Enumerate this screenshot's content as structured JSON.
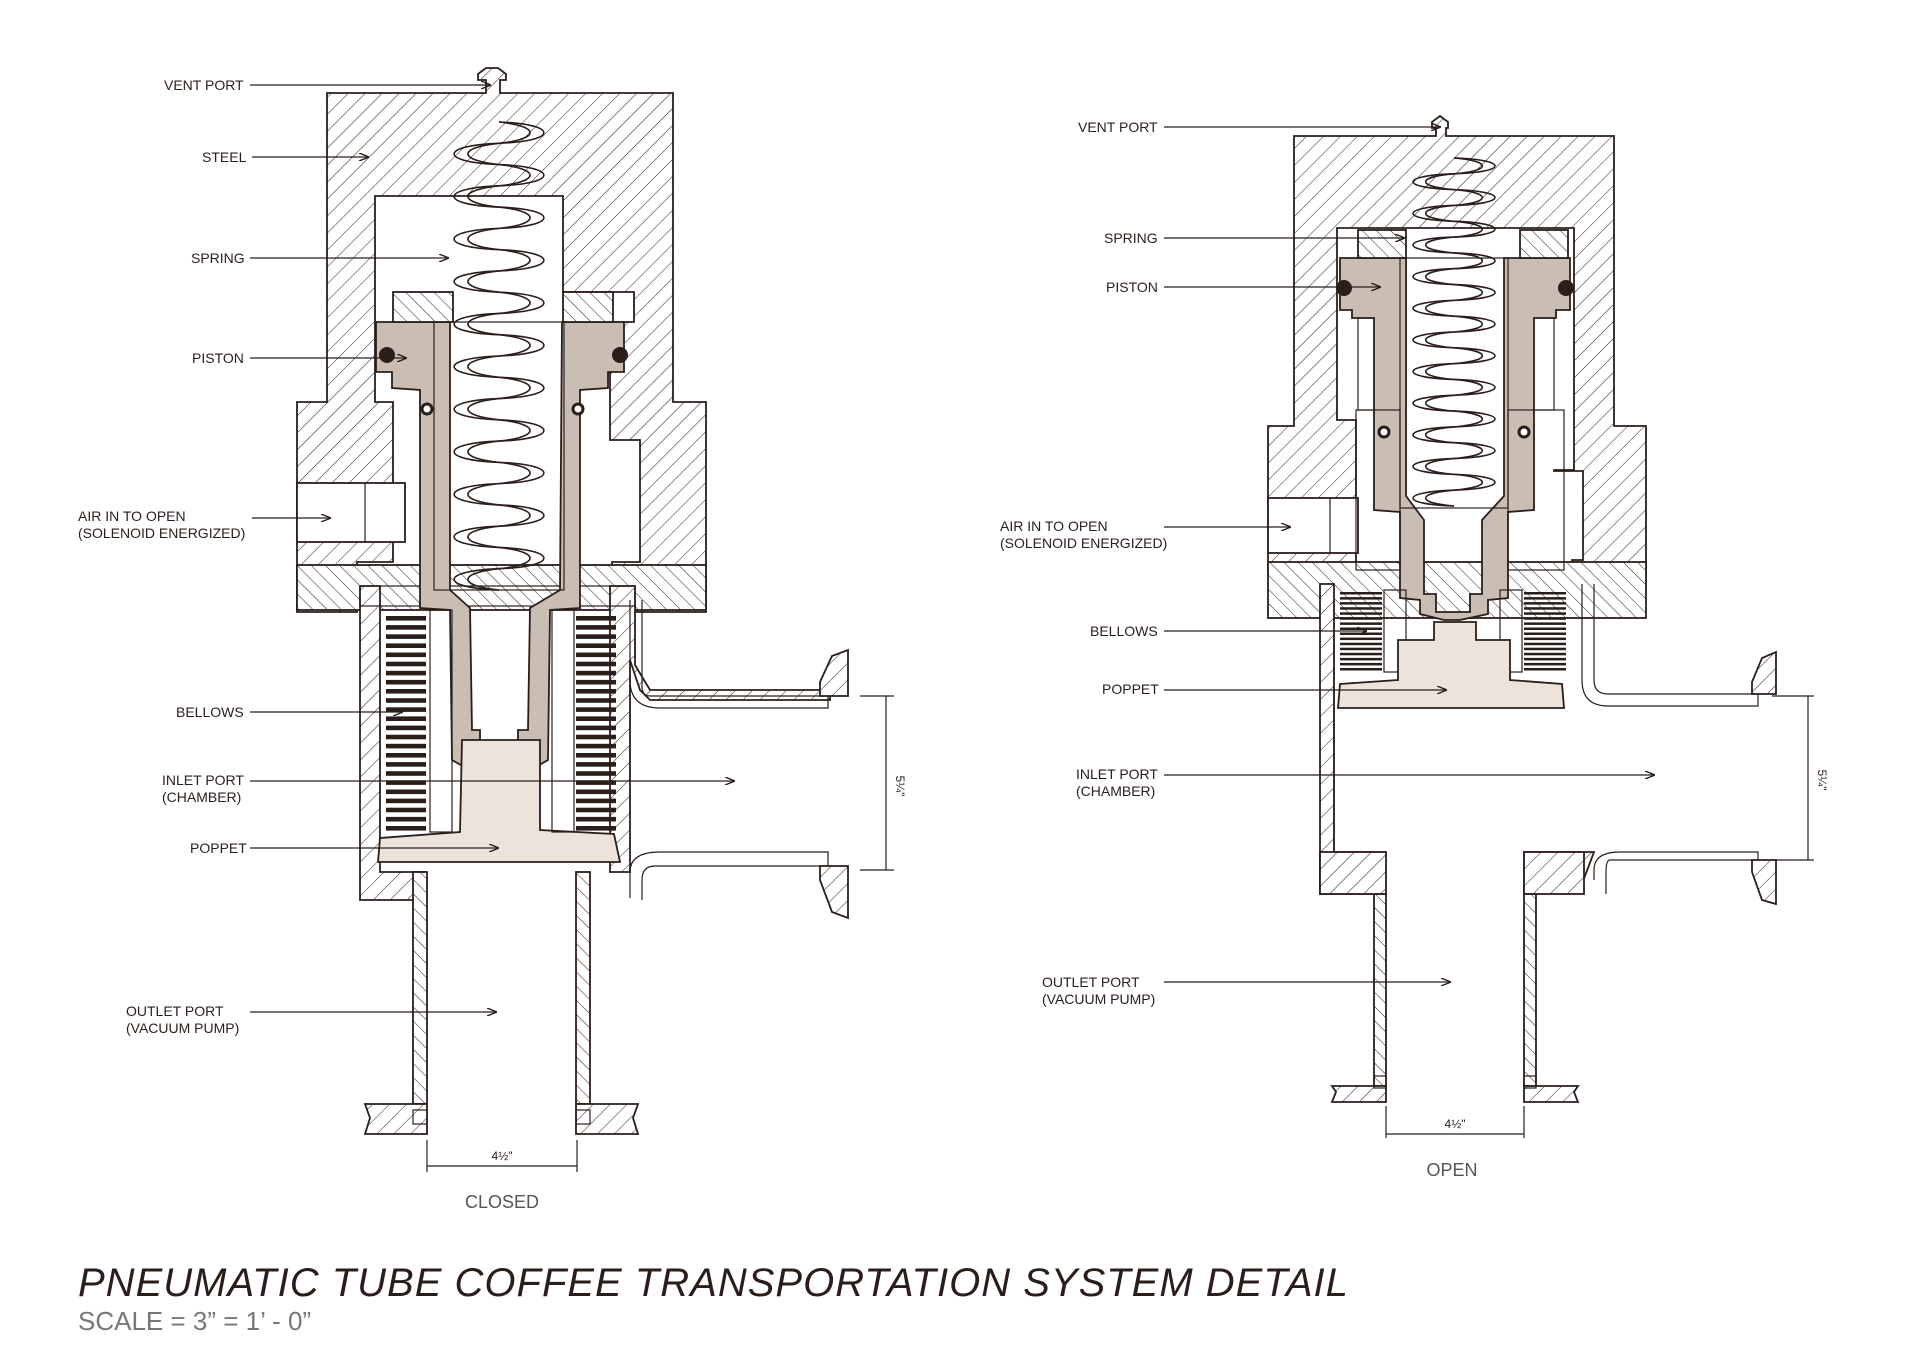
{
  "title": "PNEUMATIC TUBE COFFEE TRANSPORTATION SYSTEM DETAIL",
  "scale": "SCALE = 3” = 1’ - 0”",
  "colors": {
    "ink": "#2a1e1a",
    "piston": "#c9bdb4",
    "poppet": "#ece3da",
    "paper": "#ffffff"
  },
  "closed": {
    "caption": "CLOSED",
    "labels": {
      "vent_port": "VENT PORT",
      "steel": "STEEL",
      "spring": "SPRING",
      "piston": "PISTON",
      "air_in_1": "AIR IN TO OPEN",
      "air_in_2": "(SOLENOID ENERGIZED)",
      "bellows": "BELLOWS",
      "inlet_1": "INLET PORT",
      "inlet_2": "(CHAMBER)",
      "poppet": "POPPET",
      "outlet_1": "OUTLET PORT",
      "outlet_2": "(VACUUM PUMP)"
    },
    "dim_width": "4½\"",
    "dim_height": "5¼\""
  },
  "open": {
    "caption": "OPEN",
    "labels": {
      "vent_port": "VENT PORT",
      "spring": "SPRING",
      "piston": "PISTON",
      "air_in_1": "AIR IN TO OPEN",
      "air_in_2": "(SOLENOID ENERGIZED)",
      "bellows": "BELLOWS",
      "poppet": "POPPET",
      "inlet_1": "INLET PORT",
      "inlet_2": "(CHAMBER)",
      "outlet_1": "OUTLET PORT",
      "outlet_2": "(VACUUM PUMP)"
    },
    "dim_width": "4½\"",
    "dim_height": "5¼\""
  }
}
